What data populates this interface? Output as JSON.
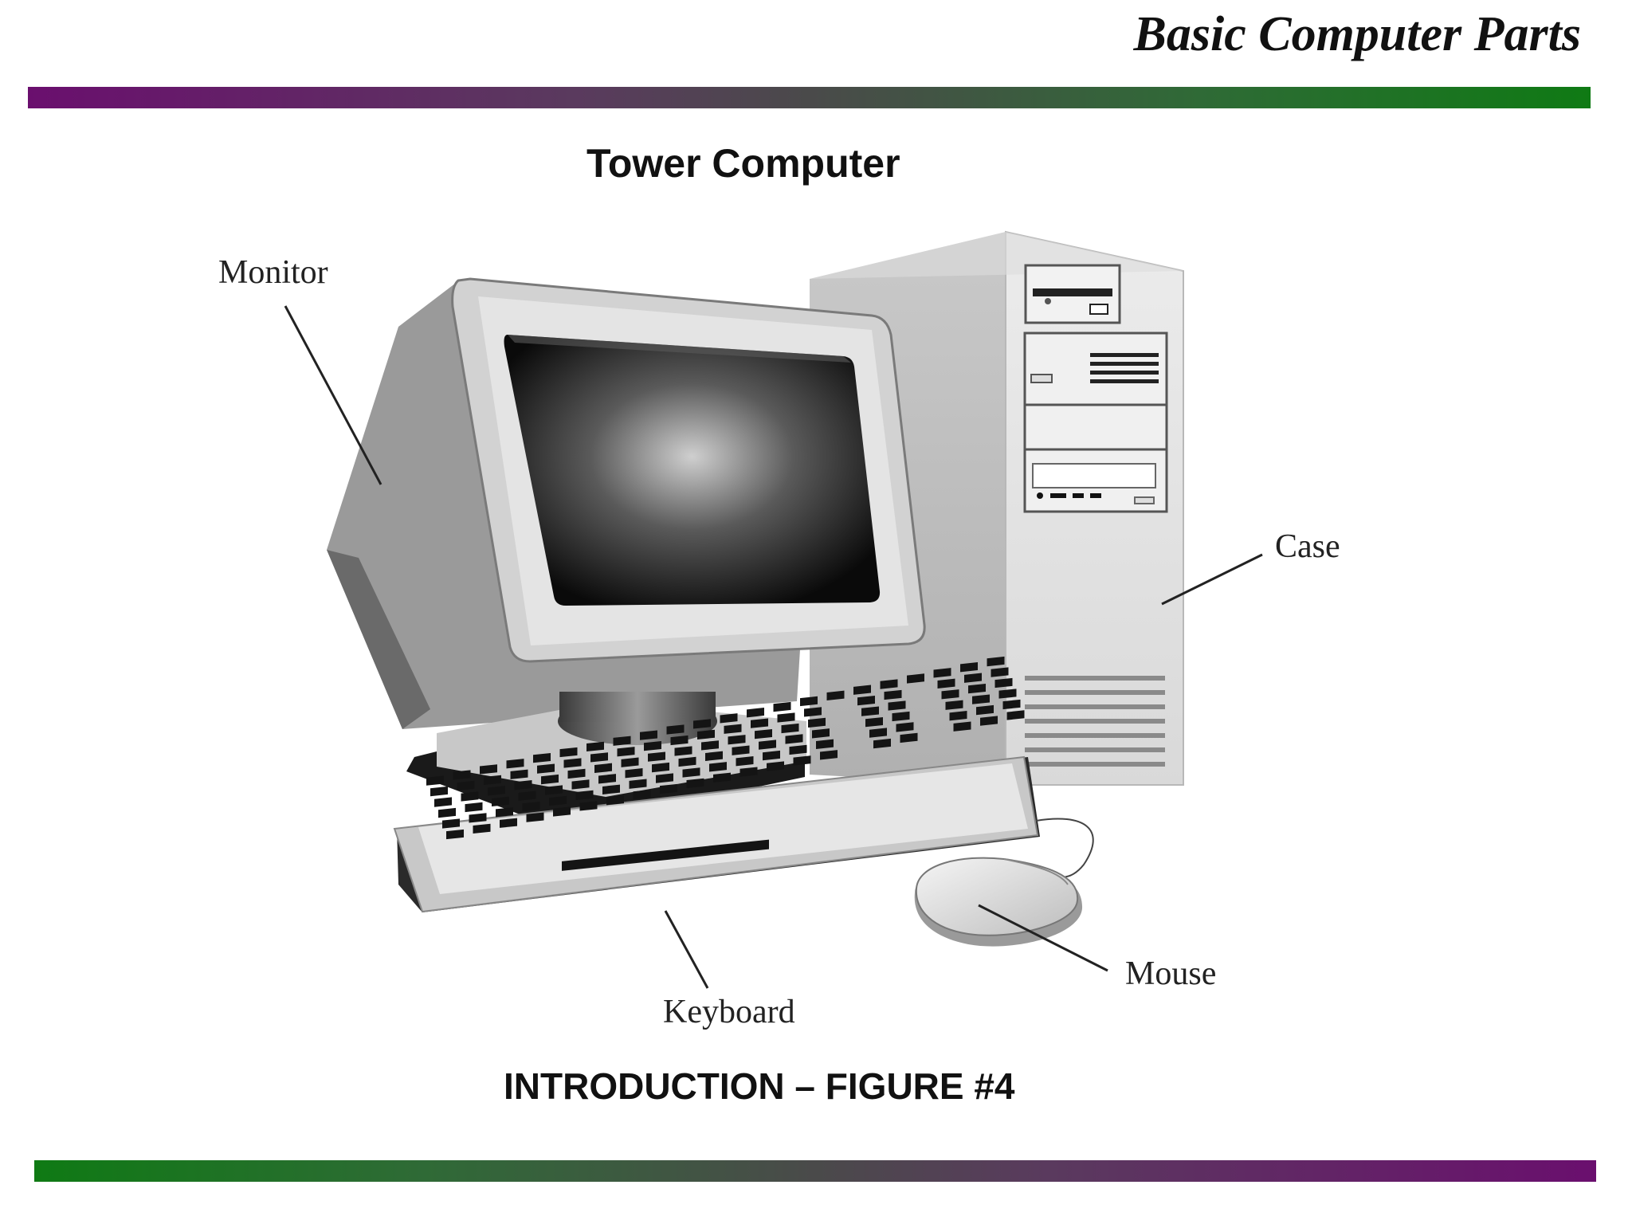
{
  "header": {
    "title": "Basic Computer Parts"
  },
  "figure": {
    "title": "Tower Computer",
    "caption": "INTRODUCTION – FIGURE #4",
    "callouts": {
      "monitor": "Monitor",
      "case": "Case",
      "mouse": "Mouse",
      "keyboard": "Keyboard"
    }
  },
  "colors": {
    "bar_purple": "#6a0f6e",
    "bar_green": "#0f7a14"
  }
}
